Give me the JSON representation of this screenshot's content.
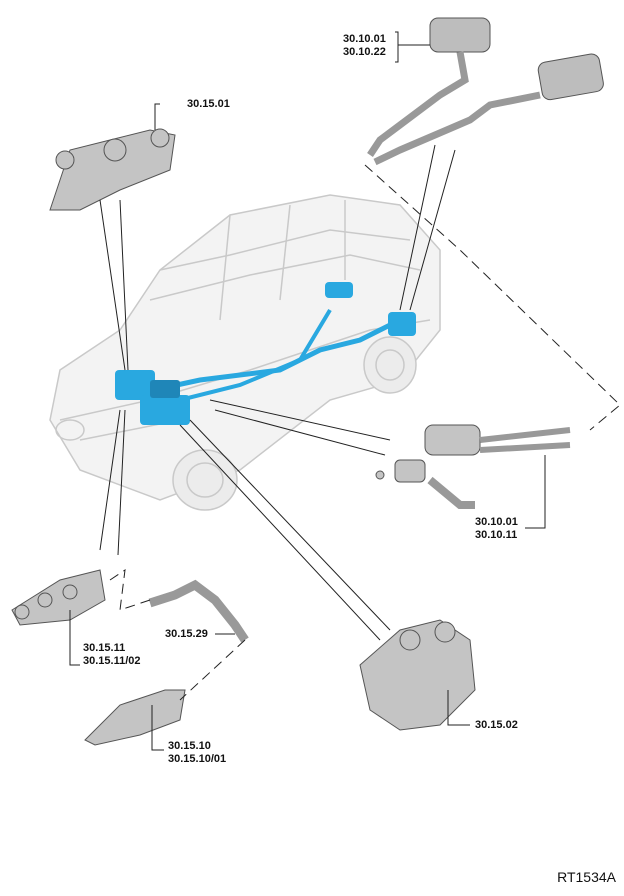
{
  "callouts": {
    "rear_muffler_a": "30.10.01",
    "rear_muffler_b": "30.10.22",
    "intake_manifold_top": "30.15.01",
    "center_pipe_a": "30.10.01",
    "center_pipe_b": "30.10.11",
    "exhaust_manifold_a": "30.15.11",
    "exhaust_manifold_b": "30.15.11/02",
    "front_pipe": "30.15.29",
    "heat_shield_a": "30.15.10",
    "heat_shield_b": "30.15.10/01",
    "intake_manifold_bottom": "30.15.02"
  },
  "reference": "RT1534A",
  "colors": {
    "highlight": "#29a8e0",
    "line": "#222222",
    "part": "#bdbdbd",
    "car": "#dcdcdc"
  }
}
